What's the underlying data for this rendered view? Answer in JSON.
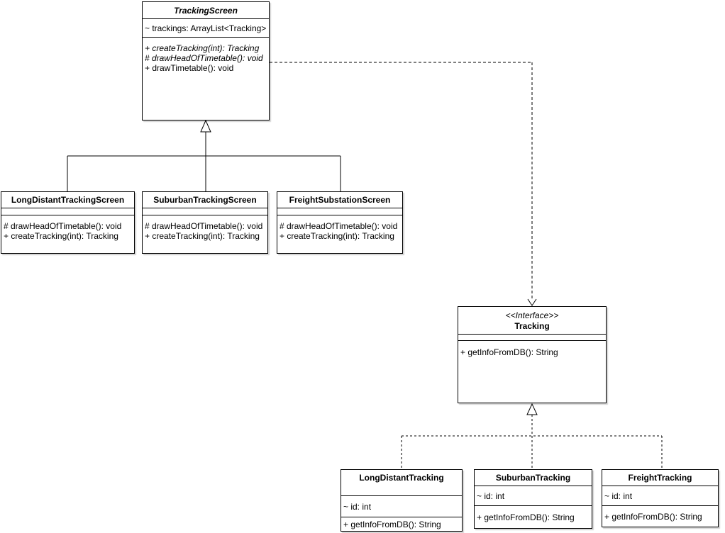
{
  "diagram": {
    "type": "uml-class-diagram",
    "background_color": "#ffffff",
    "shape_fill_color": "#ffffff",
    "stroke_color": "#000000",
    "text_color": "#000000"
  },
  "classes": [
    {
      "name": "TrackingScreen",
      "kind": "abstract-class",
      "attributes": [
        {
          "text": "~ trackings: ArrayList<Tracking>"
        }
      ],
      "methods": [
        {
          "text": "+ createTracking(int): Tracking",
          "abstract": true
        },
        {
          "text": "# drawHeadOfTimetable(): void",
          "abstract": true
        },
        {
          "text": "+ drawTimetable(): void",
          "abstract": false
        }
      ]
    },
    {
      "name": "LongDistantTrackingScreen",
      "kind": "class",
      "attributes": [],
      "methods": [
        {
          "text": "# drawHeadOfTimetable(): void",
          "abstract": false
        },
        {
          "text": "+ createTracking(int): Tracking",
          "abstract": false
        }
      ]
    },
    {
      "name": "SuburbanTrackingScreen",
      "kind": "class",
      "attributes": [],
      "methods": [
        {
          "text": "# drawHeadOfTimetable(): void",
          "abstract": false
        },
        {
          "text": "+ createTracking(int): Tracking",
          "abstract": false
        }
      ]
    },
    {
      "name": "FreightSubstationScreen",
      "kind": "class",
      "attributes": [],
      "methods": [
        {
          "text": "# drawHeadOfTimetable(): void",
          "abstract": false
        },
        {
          "text": "+ createTracking(int): Tracking",
          "abstract": false
        }
      ]
    },
    {
      "name": "Tracking",
      "kind": "interface",
      "stereotype": "<<Interface>>",
      "attributes": [],
      "methods": [
        {
          "text": "+ getInfoFromDB(): String",
          "abstract": false
        }
      ]
    },
    {
      "name": "LongDistantTracking",
      "kind": "class",
      "attributes": [
        {
          "text": "~ id: int"
        }
      ],
      "methods": [
        {
          "text": "+ getInfoFromDB(): String",
          "abstract": false
        }
      ]
    },
    {
      "name": "SuburbanTracking",
      "kind": "class",
      "attributes": [
        {
          "text": "~ id: int"
        }
      ],
      "methods": [
        {
          "text": "+ getInfoFromDB(): String",
          "abstract": false
        }
      ]
    },
    {
      "name": "FreightTracking",
      "kind": "class",
      "attributes": [
        {
          "text": "~ id: int"
        }
      ],
      "methods": [
        {
          "text": "+ getInfoFromDB(): String",
          "abstract": false
        }
      ]
    }
  ],
  "relationships": [
    {
      "type": "generalization",
      "from": "LongDistantTrackingScreen",
      "to": "TrackingScreen",
      "line": "solid",
      "arrow": "hollow-triangle"
    },
    {
      "type": "generalization",
      "from": "SuburbanTrackingScreen",
      "to": "TrackingScreen",
      "line": "solid",
      "arrow": "hollow-triangle"
    },
    {
      "type": "generalization",
      "from": "FreightSubstationScreen",
      "to": "TrackingScreen",
      "line": "solid",
      "arrow": "hollow-triangle"
    },
    {
      "type": "dependency",
      "from": "TrackingScreen",
      "to": "Tracking",
      "line": "dashed",
      "arrow": "open"
    },
    {
      "type": "realization",
      "from": "LongDistantTracking",
      "to": "Tracking",
      "line": "dashed",
      "arrow": "hollow-triangle"
    },
    {
      "type": "realization",
      "from": "SuburbanTracking",
      "to": "Tracking",
      "line": "dashed",
      "arrow": "hollow-triangle"
    },
    {
      "type": "realization",
      "from": "FreightTracking",
      "to": "Tracking",
      "line": "dashed",
      "arrow": "hollow-triangle"
    }
  ]
}
